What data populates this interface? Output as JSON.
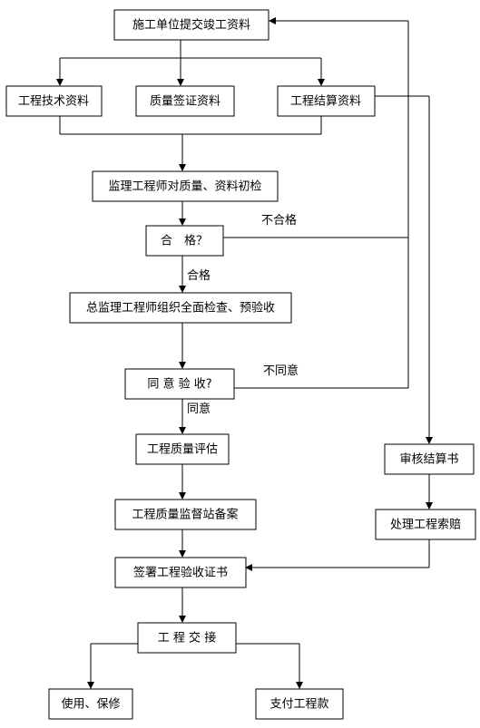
{
  "nodes": {
    "submit": "施工单位提交竣工资料",
    "tech": "工程技术资料",
    "quality_cert": "质量签证资料",
    "settlement": "工程结算资料",
    "initial_check": "监理工程师对质量、资料初检",
    "qualified": "合　格？",
    "chief_check": "总监理工程师组织全面检查、预验收",
    "agree_accept": "同 意 验 收?",
    "eval": "工程质量评估",
    "record": "工程质量监督站备案",
    "sign": "签署工程验收证书",
    "handover": "工 程 交 接",
    "use": "使用、保修",
    "pay": "支付工程款",
    "audit": "审核结算书",
    "claim": "处理工程索赔"
  },
  "labels": {
    "not_qualified": "不合格",
    "qualified_yes": "合格",
    "not_agree": "不同意",
    "agree": "同意"
  }
}
